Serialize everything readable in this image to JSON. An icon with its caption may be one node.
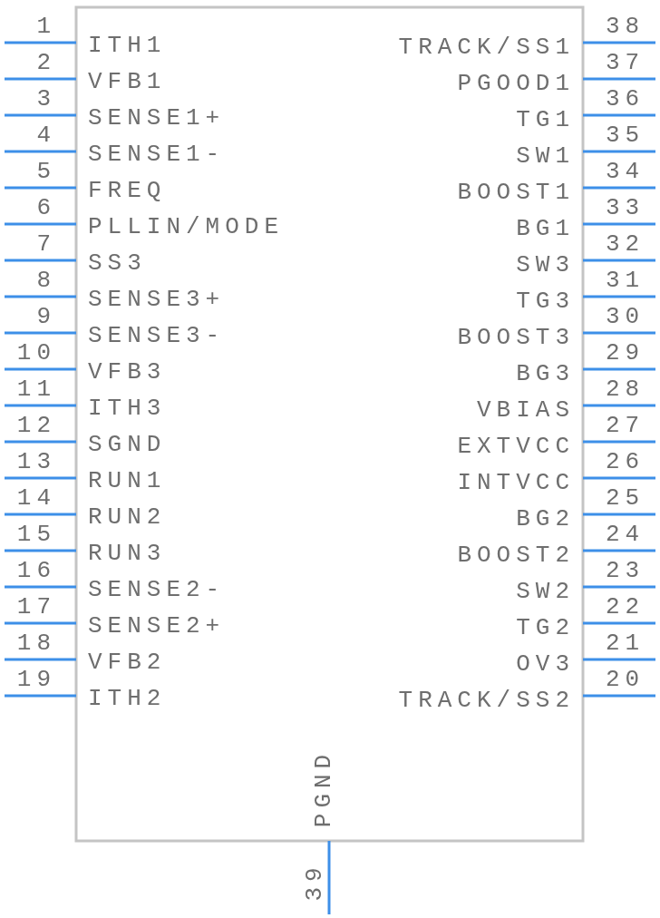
{
  "diagram": {
    "labels": [
      "1",
      "ITH1",
      "2",
      "VFB1",
      "3",
      "SENSE1+",
      "4",
      "SENSE1-",
      "5",
      "FREQ",
      "6",
      "PLLIN/MODE",
      "7",
      "SS3",
      "8",
      "SENSE3+",
      "9",
      "SENSE3-",
      "10",
      "VFB3",
      "11",
      "ITH3",
      "12",
      "SGND",
      "13",
      "RUN1",
      "14",
      "RUN2",
      "15",
      "RUN3",
      "16",
      "SENSE2-",
      "17",
      "SENSE2+",
      "18",
      "VFB2",
      "19",
      "ITH2",
      "20",
      "TRACK/SS2",
      "21",
      "OV3",
      "22",
      "TG2",
      "23",
      "SW2",
      "24",
      "BOOST2",
      "25",
      "BG2",
      "26",
      "INTVCC",
      "27",
      "EXTVCC",
      "28",
      "VBIAS",
      "29",
      "BG3",
      "30",
      "BOOST3",
      "31",
      "TG3",
      "32",
      "SW3",
      "33",
      "BG1",
      "34",
      "BOOST1",
      "35",
      "SW1",
      "36",
      "TG1",
      "37",
      "PGOOD1",
      "38",
      "TRACK/SS1",
      "39",
      "PGND"
    ]
  }
}
